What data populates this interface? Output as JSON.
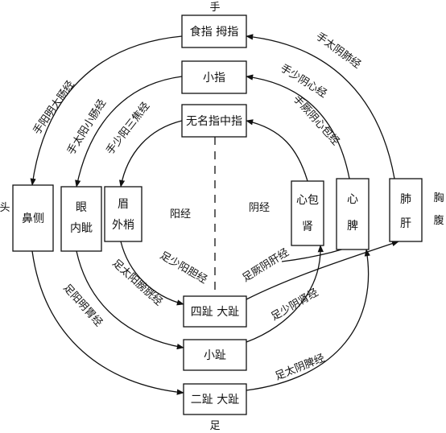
{
  "positions": {
    "top": "手",
    "bottom": "足",
    "left": "头",
    "right_1": "胸",
    "right_2": "腹"
  },
  "boxes": {
    "thumb_index": "食指 拇指",
    "little_finger": "小指",
    "ring_middle": "无名指中指",
    "nose_side": "鼻侧",
    "eye_inner_1": "眼",
    "eye_inner_2": "内眦",
    "brow_outer_1": "眉",
    "brow_outer_2": "外梢",
    "pericardium_kidney_1": "心包",
    "pericardium_kidney_2": "肾",
    "heart_spleen_1": "心",
    "heart_spleen_2": "脾",
    "lung_liver_1": "肺",
    "lung_liver_2": "肝",
    "toe_4_big": "四趾 大趾",
    "little_toe": "小趾",
    "toe_2_big": "二趾 大趾"
  },
  "region_labels": {
    "yang": "阳经",
    "yin": "阴经"
  },
  "meridians": {
    "hand_taiyin_lung": "手太阴肺经",
    "hand_shaoyin_heart": "手少阴心经",
    "hand_jueyin_pericardium": "手厥阴心包经",
    "hand_yangming_li": "手阳明大肠经",
    "hand_taiyang_si": "手太阳小肠经",
    "hand_shaoyang_sj": "手少阳三焦经",
    "foot_yangming_st": "足阳明胃经",
    "foot_taiyang_bl": "足太阳膀胱经",
    "foot_shaoyang_gb": "足少阳胆经",
    "foot_jueyin_liver": "足厥阴肝经",
    "foot_shaoyin_kidney": "足少阴肾经",
    "foot_taiyin_spleen": "足太阴脾经"
  }
}
